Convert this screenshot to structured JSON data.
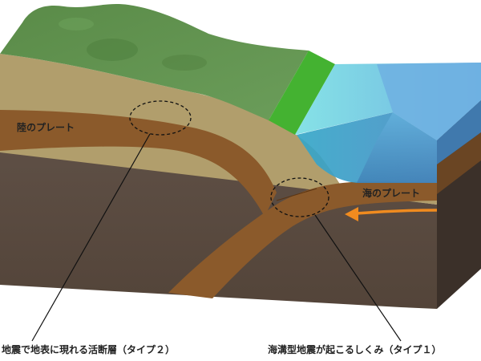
{
  "labels": {
    "land_plate": "陸のプレート",
    "ocean_plate": "海のプレート",
    "caption_type2": "地震で地表に現れる活断層（タイプ２）",
    "caption_type1": "海溝型地震が起こるしくみ（タイプ１）"
  },
  "colors": {
    "terrain_green": "#5f9150",
    "slope_green": "#44b231",
    "sea_light": "#7ad8df",
    "sea_blue": "#6fb3e0",
    "plate_brown": "#8b5a2b",
    "crust_tan": "#b19e6c",
    "mantle_dark": "#5b4c43",
    "arrow_orange": "#f08b1f"
  },
  "icons": {
    "plate_motion_arrow": "arrow-left-icon"
  }
}
